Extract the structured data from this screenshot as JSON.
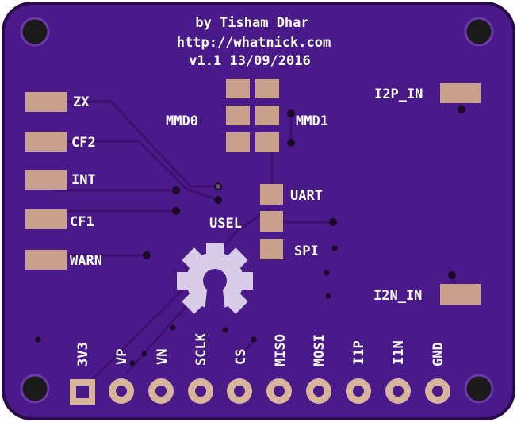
{
  "header": {
    "author": "by Tisham Dhar",
    "url": "http://whatnick.com",
    "version": "v1.1 13/09/2016"
  },
  "left_pads": [
    "ZX",
    "CF2",
    "INT",
    "CF1",
    "WARN"
  ],
  "right_pads": {
    "i2p": "I2P_IN",
    "i2n": "I2N_IN"
  },
  "mmd": {
    "mmd0": "MMD0",
    "mmd1": "MMD1"
  },
  "mode_pads": {
    "uart": "UART",
    "usel": "USEL",
    "spi": "SPI"
  },
  "header_pins": [
    "3V3",
    "VP",
    "VN",
    "SCLK",
    "CS",
    "MISO",
    "MOSI",
    "I1P",
    "I1N",
    "GND"
  ],
  "colors": {
    "board": "#4a1a8a",
    "silkscreen": "#ffffff",
    "pad": "#c8a08c"
  },
  "logo": "open-hardware-gear-icon"
}
